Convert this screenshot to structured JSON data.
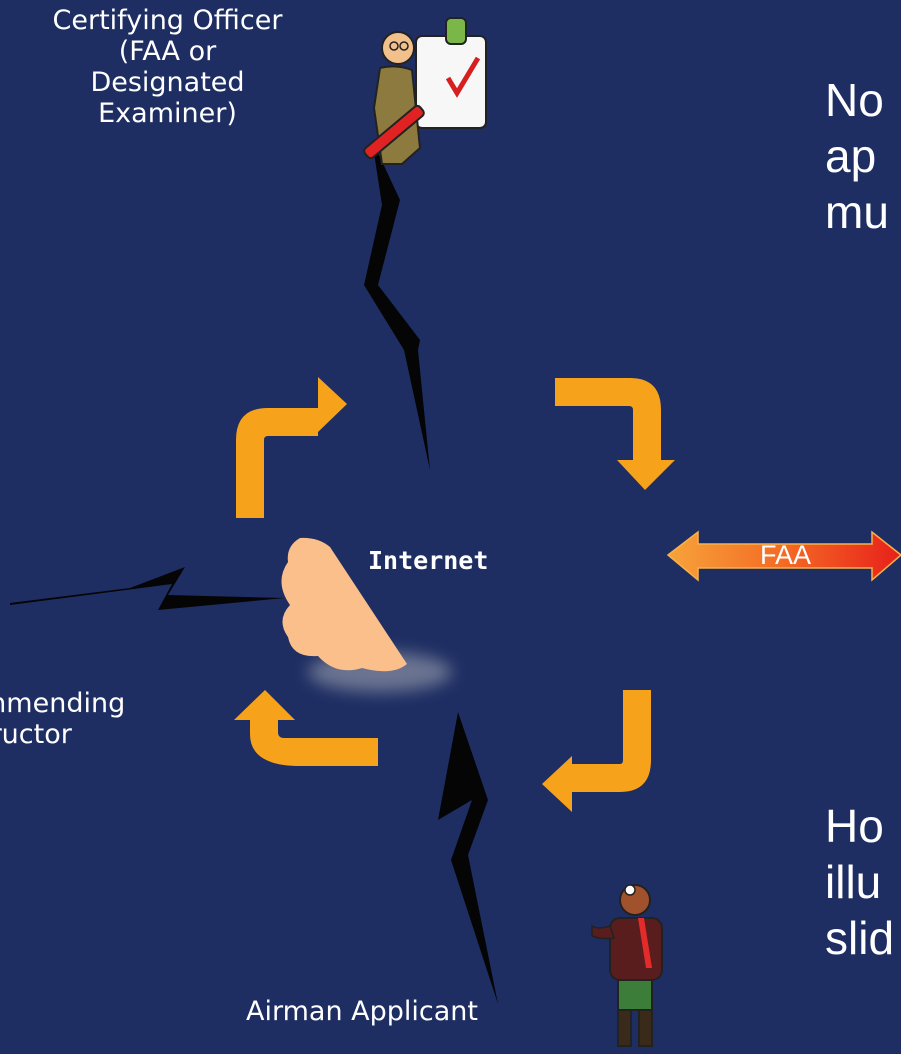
{
  "nodes": {
    "certifying_officer": [
      "Certifying Officer",
      "(FAA or",
      "Designated",
      "Examiner)"
    ],
    "recommending_instructor": [
      "mmending",
      "tructor"
    ],
    "airman_applicant": "Airman Applicant",
    "internet": "Internet",
    "faa": "FAA"
  },
  "side_text": {
    "top": [
      "No",
      "ap",
      "mu"
    ],
    "bottom": [
      "Ho",
      "illu",
      "slid"
    ]
  },
  "colors": {
    "background": "#1e2e63",
    "flow_arrow": "#f7a21b",
    "cloud": "#fbbf8c",
    "lightning": "#050505"
  }
}
